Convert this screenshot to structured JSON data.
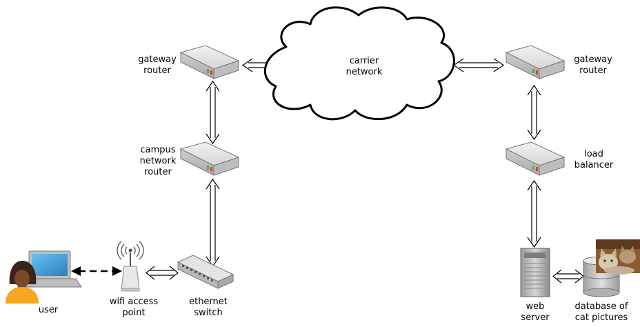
{
  "labels": {
    "gateway_left_1": "gateway",
    "gateway_left_2": "router",
    "campus_1": "campus",
    "campus_2": "network",
    "campus_3": "router",
    "carrier_1": "carrier",
    "carrier_2": "network",
    "gateway_right_1": "gateway",
    "gateway_right_2": "router",
    "load_1": "load",
    "load_2": "balancer",
    "user": "user",
    "wifi_1": "wifi access",
    "wifi_2": "point",
    "ethernet_1": "ethernet",
    "ethernet_2": "switch",
    "web_1": "web",
    "web_2": "server",
    "db_1": "database of",
    "db_2": "cat pictures"
  },
  "icons": {
    "router": "router-icon",
    "cloud": "cloud-icon",
    "laptop": "laptop-icon",
    "user": "user-avatar-icon",
    "wifi": "wifi-access-point-icon",
    "switch": "ethernet-switch-icon",
    "server": "web-server-icon",
    "database": "database-icon",
    "cat": "cat-photo"
  },
  "colors": {
    "device_body": "#d8d8d8",
    "device_top": "#ececec",
    "led_green": "#4caf50",
    "led_red": "#e53935",
    "screen_blue": "#3a96d8",
    "user_shirt": "#f5a623",
    "line": "#000000"
  }
}
